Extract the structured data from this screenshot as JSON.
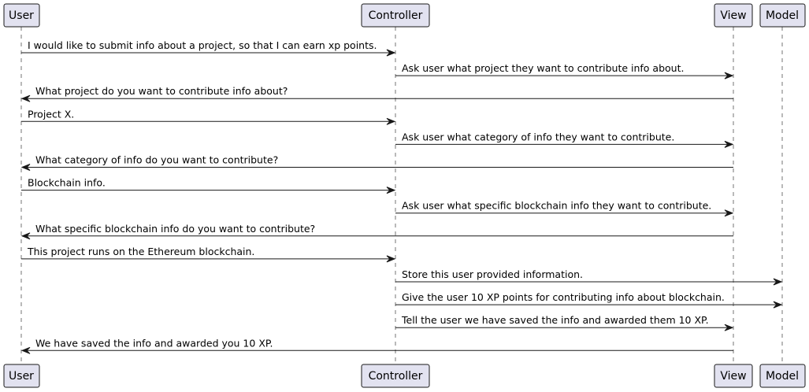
{
  "diagram": {
    "participants": [
      {
        "id": "user",
        "label": "User"
      },
      {
        "id": "controller",
        "label": "Controller"
      },
      {
        "id": "view",
        "label": "View"
      },
      {
        "id": "model",
        "label": "Model"
      }
    ],
    "messages": [
      {
        "from": "user",
        "to": "controller",
        "text": "I would like to submit info about a project, so that I can earn xp points."
      },
      {
        "from": "controller",
        "to": "view",
        "text": "Ask user what project they want to contribute info about."
      },
      {
        "from": "view",
        "to": "user",
        "text": "What project do you want to contribute info about?"
      },
      {
        "from": "user",
        "to": "controller",
        "text": "Project X."
      },
      {
        "from": "controller",
        "to": "view",
        "text": "Ask user what category of info they want to contribute."
      },
      {
        "from": "view",
        "to": "user",
        "text": "What category of info do you want to contribute?"
      },
      {
        "from": "user",
        "to": "controller",
        "text": "Blockchain info."
      },
      {
        "from": "controller",
        "to": "view",
        "text": "Ask user what specific blockchain info they want to contribute."
      },
      {
        "from": "view",
        "to": "user",
        "text": "What specific blockchain info do you want to contribute?"
      },
      {
        "from": "user",
        "to": "controller",
        "text": "This project runs on the Ethereum blockchain."
      },
      {
        "from": "controller",
        "to": "model",
        "text": "Store this user provided information."
      },
      {
        "from": "controller",
        "to": "model",
        "text": "Give the user 10 XP points for contributing info about blockchain."
      },
      {
        "from": "controller",
        "to": "view",
        "text": "Tell the user we have saved the info and awarded them 10 XP."
      },
      {
        "from": "view",
        "to": "user",
        "text": "We have saved the info and awarded you 10 XP."
      }
    ]
  }
}
